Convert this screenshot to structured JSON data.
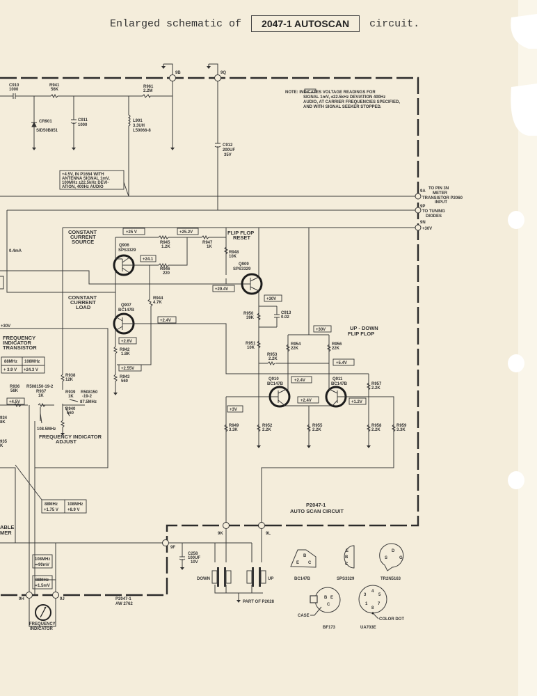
{
  "title": {
    "prefix": "Enlarged schematic of",
    "boxed": "2047-1 AUTOSCAN",
    "suffix": "circuit."
  },
  "note": {
    "lines": [
      "NOTE:        INDICATES VOLTAGE READINGS FOR",
      "SIGNAL 1mV, ±22.5kHz DEVIATION 400Hz",
      "AUDIO, AT CARRIER FREQUENCIES SPECIFIED,",
      "AND WITH SIGNAL SEEKER STOPPED."
    ]
  },
  "antenna_note": {
    "lines": [
      "+4.5V, IN P1664 WITH",
      "ANTENNA SIGNAL 1mV,",
      "100MHz ±22.5kHz DEVI-",
      "ATION, 400Hz AUDIO"
    ]
  },
  "terminals": {
    "9B": "9B",
    "9Q": "9Q",
    "9A": "9A",
    "9P": "9P",
    "9N": "9N",
    "9K": "9K",
    "9L": "9L",
    "9F": "9F",
    "9H": "9H",
    "9J": "9J"
  },
  "terminal_notes": {
    "9A": [
      "TO PIN 3N",
      "METER",
      "TRANSISTOR P2060",
      "INPUT"
    ],
    "9P": [
      "TO TUNING",
      "DIODES"
    ],
    "9N": "+30V"
  },
  "components": {
    "C910": {
      "ref": "C910",
      "val": "1000"
    },
    "R941": {
      "ref": "R941",
      "val": "56K"
    },
    "R961": {
      "ref": "R961",
      "val": "2.2M"
    },
    "CR901": {
      "ref": "CR901",
      "val": "SID50B851"
    },
    "C911": {
      "ref": "C911",
      "val": "1000"
    },
    "L901": {
      "ref": "L901",
      "val": "3.3UH",
      "part": "L50066-8"
    },
    "C912": {
      "ref": "C912",
      "val": "200UF",
      "volt": "35V"
    },
    "Q906": {
      "ref": "Q906",
      "val": "SPS3329"
    },
    "Q907": {
      "ref": "Q907",
      "val": "BC147B"
    },
    "Q909": {
      "ref": "Q909",
      "val": "SPS3329"
    },
    "Q910": {
      "ref": "Q910",
      "val": "BC147B"
    },
    "Q911": {
      "ref": "Q911",
      "val": "BC147B"
    },
    "R945": {
      "ref": "R945",
      "val": "1.2K"
    },
    "R946": {
      "ref": "R946",
      "val": "220"
    },
    "R947": {
      "ref": "R947",
      "val": "1K"
    },
    "R948": {
      "ref": "R948",
      "val": "10K"
    },
    "R944": {
      "ref": "R944",
      "val": "4.7K"
    },
    "R942": {
      "ref": "R942",
      "val": "1.8K"
    },
    "R943": {
      "ref": "R943",
      "val": "560"
    },
    "R950": {
      "ref": "R950",
      "val": "39K"
    },
    "C913": {
      "ref": "C913",
      "val": "0.02"
    },
    "R951": {
      "ref": "R951",
      "val": "10K"
    },
    "R953": {
      "ref": "R953",
      "val": "2.2K"
    },
    "R954": {
      "ref": "R954",
      "val": "22K"
    },
    "R956": {
      "ref": "R956",
      "val": "22K"
    },
    "R957": {
      "ref": "R957",
      "val": "2.2K"
    },
    "R949": {
      "ref": "R949",
      "val": "3.3K"
    },
    "R952": {
      "ref": "R952",
      "val": "2.2K"
    },
    "R955": {
      "ref": "R955",
      "val": "2.2K"
    },
    "R958": {
      "ref": "R958",
      "val": "2.2K"
    },
    "R959": {
      "ref": "R959",
      "val": "3.3K"
    },
    "R938": {
      "ref": "R938",
      "val": "12K"
    },
    "R939": {
      "ref": "R939",
      "val": "1K",
      "part": "R508150",
      "part2": "-19-2"
    },
    "R940": {
      "ref": "R940",
      "val": "560"
    },
    "R936": {
      "ref": "R936",
      "val": "56K"
    },
    "R937": {
      "ref": "R937",
      "val": "1K",
      "part": "R508150-19-2"
    },
    "R934": {
      "ref": "934",
      "val": "8K"
    },
    "R935": {
      "ref": "935",
      "val": "K"
    },
    "C258": {
      "ref": "C258",
      "val": "100UF",
      "volt": "10V"
    }
  },
  "sections": {
    "ccs": [
      "CONSTANT",
      "CURRENT",
      "SOURCE"
    ],
    "ccl": [
      "CONSTANT",
      "CURRENT",
      "LOAD"
    ],
    "ffr": [
      "FLIP FLOP",
      "RESET"
    ],
    "udff": [
      "UP - DOWN",
      "FLIP FLOP"
    ],
    "fit": [
      "FREQUENCY",
      "INDICATOR",
      "TRANSISTOR"
    ],
    "fia": [
      "FREQUENCY INDICATOR",
      "ADJUST"
    ],
    "board": [
      "P2047-1",
      "AUTO SCAN CIRCUIT"
    ],
    "variable": [
      "ABLE",
      "MER"
    ],
    "aw": [
      "P2047-1",
      "AW 2762"
    ],
    "meter": [
      "FREQUENCY",
      "INDICATOR"
    ],
    "part": "PART OF P2028",
    "down": "DOWN",
    "up": "UP"
  },
  "misc": {
    "current": "0.4mA",
    "plus30_left": "+30V",
    "f875": "87.5MHz",
    "f1085": "108.5MHz"
  },
  "voltages": {
    "v25": "+25 V",
    "v252": "+25.2V",
    "v241": "+24.1",
    "v294": "+29.4V",
    "v30a": "+30V",
    "v24a": "+2.4V",
    "v26": "+2.6V",
    "v255": "+2.55V",
    "v30b": "+30V",
    "v54": "+5.4V",
    "v24b": "+2.4V",
    "v24c": "+2.4V",
    "v12": "+1.2V",
    "v3": "+3V",
    "v45": "+4.5V"
  },
  "freq_tables": {
    "fit": {
      "h1": "88MHz",
      "h2": "108MHz",
      "v1": "+ 3.9 V",
      "v2": "+24.3 V"
    },
    "tuner": {
      "h1": "88MHz",
      "h2": "108MHz",
      "v1": "+1.75 V",
      "v2": "+8.9 V"
    },
    "m108": {
      "h": "108MHz",
      "v": "≃90mV"
    },
    "m88": {
      "h": "88MHz",
      "v": "≃1.5mV"
    }
  },
  "pinouts": {
    "bc147b": {
      "name": "BC147B",
      "pins": [
        "B",
        "E",
        "C"
      ]
    },
    "sps3329": {
      "name": "SPS3329",
      "pins": [
        "E",
        "B",
        "C"
      ]
    },
    "tr2n5163": {
      "name": "TR2N5163",
      "pins": [
        "D",
        "S",
        "G"
      ]
    },
    "bf173": {
      "name": "BF173",
      "pins": [
        "B",
        "E",
        "C"
      ],
      "case": "CASE"
    },
    "ua703e": {
      "name": "UA703E",
      "pins": [
        "1",
        "3",
        "4",
        "5",
        "7",
        "8"
      ],
      "dot": "COLOR DOT"
    }
  }
}
